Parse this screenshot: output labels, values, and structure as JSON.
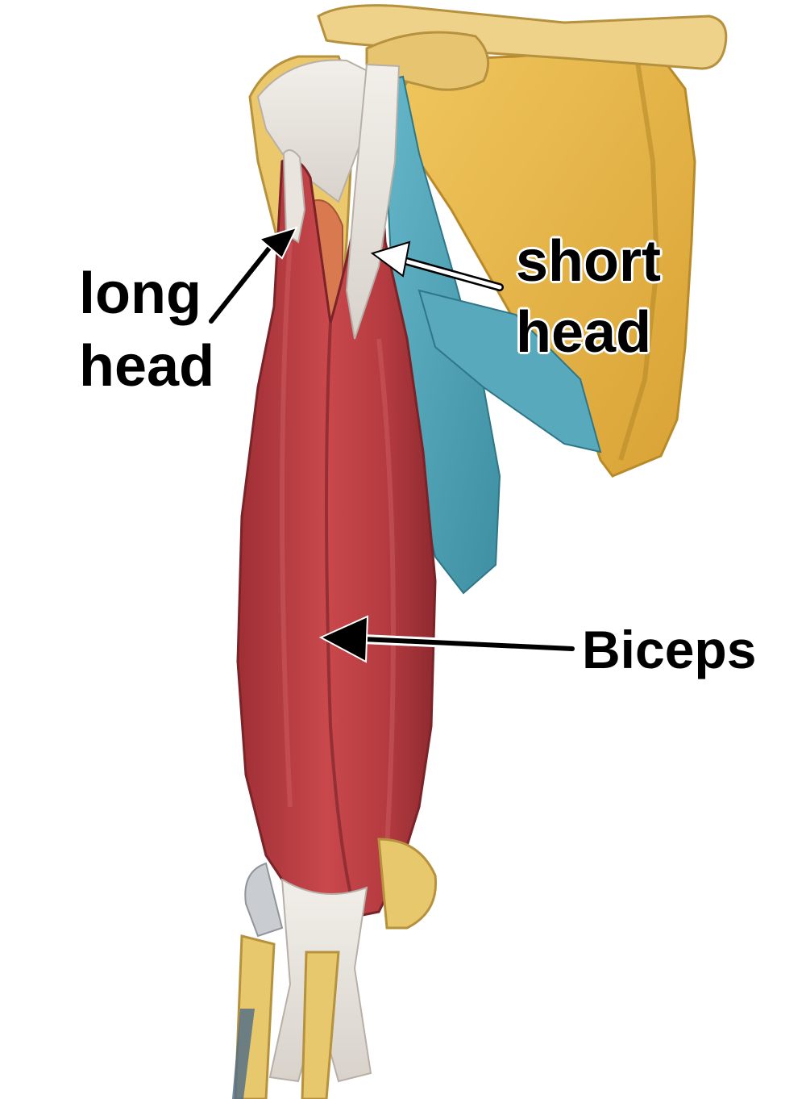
{
  "labels": {
    "long_head": [
      "long",
      "head"
    ],
    "short_head": [
      "short",
      "head"
    ],
    "biceps": "Biceps"
  },
  "colors": {
    "biceps_muscle": "#b83a3f",
    "muscle_highlight": "#d9696b",
    "tendon": "#e8e4df",
    "bone": "#e9c66a",
    "scapula_fill": "#e0b241",
    "coracobrachialis": "#4fa3b6",
    "arrow_black": "#000000",
    "arrow_white": "#ffffff"
  },
  "icons": {
    "long_head_arrow": "arrow-black-icon",
    "short_head_arrow": "arrow-white-icon",
    "biceps_arrow": "arrow-black-icon"
  }
}
